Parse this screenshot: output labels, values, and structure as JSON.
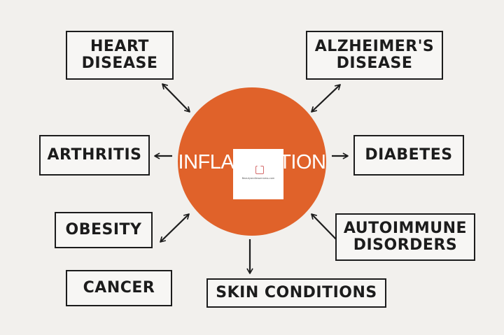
{
  "center": {
    "label": "INFLAMMATION",
    "color": "#e0622a"
  },
  "conditions": {
    "heart": "HEART\nDISEASE",
    "alzheimers": "ALZHEIMER'S\nDISEASE",
    "arthritis": "ARTHRITIS",
    "diabetes": "DIABETES",
    "obesity": "OBESITY",
    "autoimmune": "AUTOIMMUNE\nDISORDERS",
    "cancer": "CANCER",
    "skin": "SKIN CONDITIONS"
  },
  "watermark": {
    "text": "Beautyandlessenness.com"
  },
  "colors": {
    "background": "#f2f0ed",
    "stroke": "#1c1c1c"
  }
}
